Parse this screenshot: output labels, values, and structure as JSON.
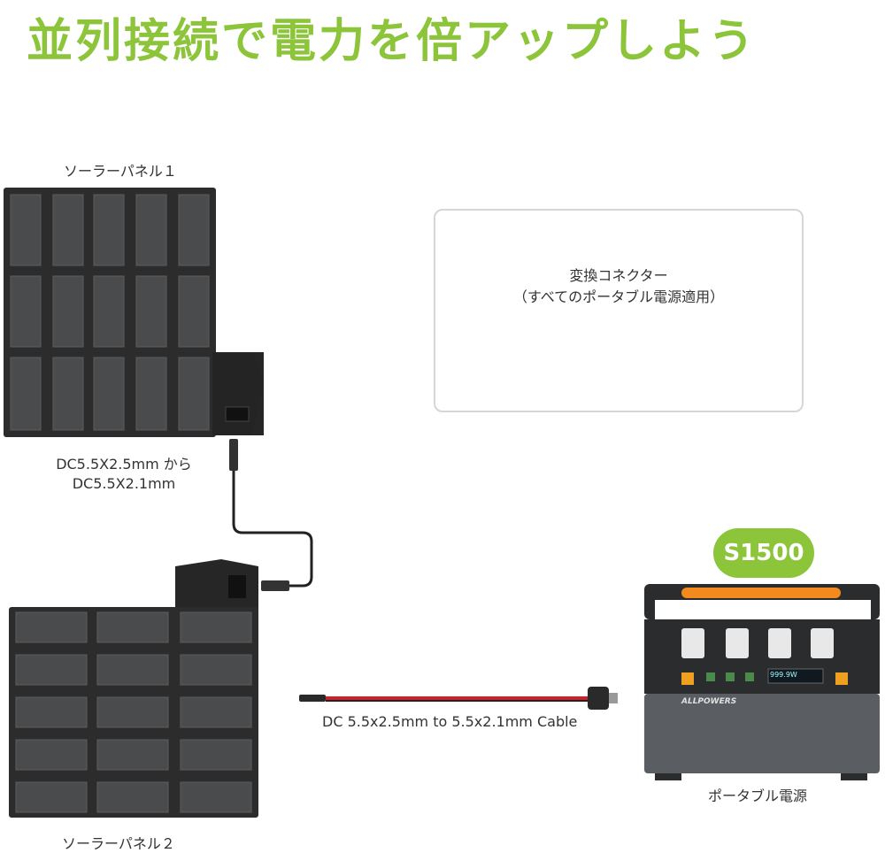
{
  "headline": "並列接続で電力を倍アップしよう",
  "panel1": {
    "label": "ソーラーパネル１"
  },
  "panel2": {
    "label": "ソーラーパネル２"
  },
  "dc_adapter": {
    "line1": "DC5.5X2.5mm から",
    "line2": "DC5.5X2.1mm"
  },
  "converter": {
    "title": "変換コネクター",
    "subtitle": "（すべてのポータブル電源適用）"
  },
  "cable": {
    "label": "DC 5.5x2.5mm to 5.5x2.1mm Cable"
  },
  "power_station": {
    "model_badge": "S1500",
    "brand": "ALLPOWERS",
    "label": "ポータブル電源",
    "display_text": "999.9W"
  },
  "colors": {
    "accent": "#8cc43a",
    "panel": "#2f2f2f",
    "cable_red": "#d0202a",
    "station_body": "#5a5d62",
    "handle_orange": "#f28a1e"
  },
  "icons": [
    "connector-tip-icon",
    "laptop-square-tip-icon",
    "yellow-barrel-tip-icon",
    "round-tip-icon",
    "green-barrel-tip-icon"
  ]
}
